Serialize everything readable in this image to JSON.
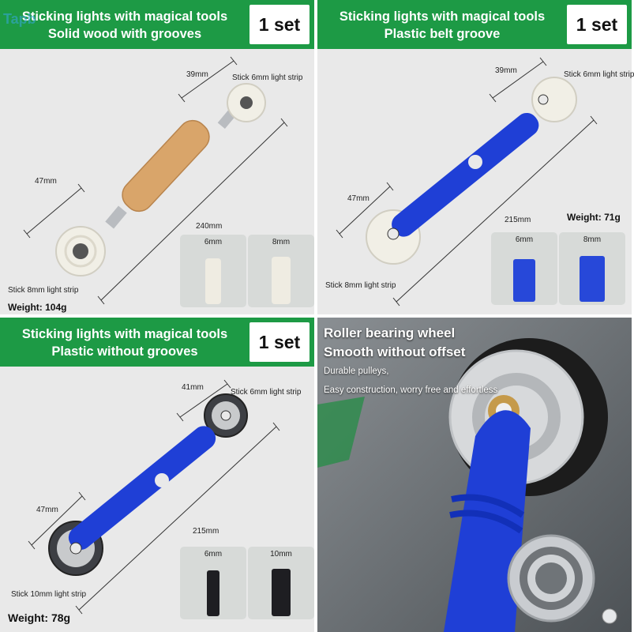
{
  "watermark": "Tapb",
  "panel1": {
    "line1": "Sticking lights with magical tools",
    "line2": "Solid wood with grooves",
    "badge": "1 set",
    "dim_top": "39mm",
    "strip_top": "Stick 6mm light strip",
    "dim_left": "47mm",
    "dim_length": "240mm",
    "strip_bottom": "Stick 8mm light strip",
    "weight": "Weight: 104g",
    "thumb_a": "6mm",
    "thumb_b": "8mm"
  },
  "panel2": {
    "line1": "Sticking lights with magical tools",
    "line2": "Plastic belt groove",
    "badge": "1 set",
    "dim_top": "39mm",
    "strip_top": "Stick 6mm light strip",
    "dim_left": "47mm",
    "dim_length": "215mm",
    "strip_bottom": "Stick 8mm light strip",
    "weight": "Weight: 71g",
    "thumb_a": "6mm",
    "thumb_b": "8mm"
  },
  "panel3": {
    "line1": "Sticking lights with magical tools",
    "line2": "Plastic without grooves",
    "badge": "1 set",
    "dim_top": "41mm",
    "strip_top": "Stick 6mm light strip",
    "dim_left": "47mm",
    "dim_length": "215mm",
    "strip_bottom": "Stick 10mm light strip",
    "weight": "Weight: 78g",
    "thumb_a": "6mm",
    "thumb_b": "10mm"
  },
  "panel4": {
    "title1": "Roller bearing wheel",
    "title2": "Smooth without offset",
    "sub1": "Durable pulleys,",
    "sub2": "Easy construction, worry free and effortless"
  },
  "colors": {
    "banner_green": "#1d9a45",
    "handle_blue": "#1f3fd6",
    "wood": "#d9a56a"
  }
}
